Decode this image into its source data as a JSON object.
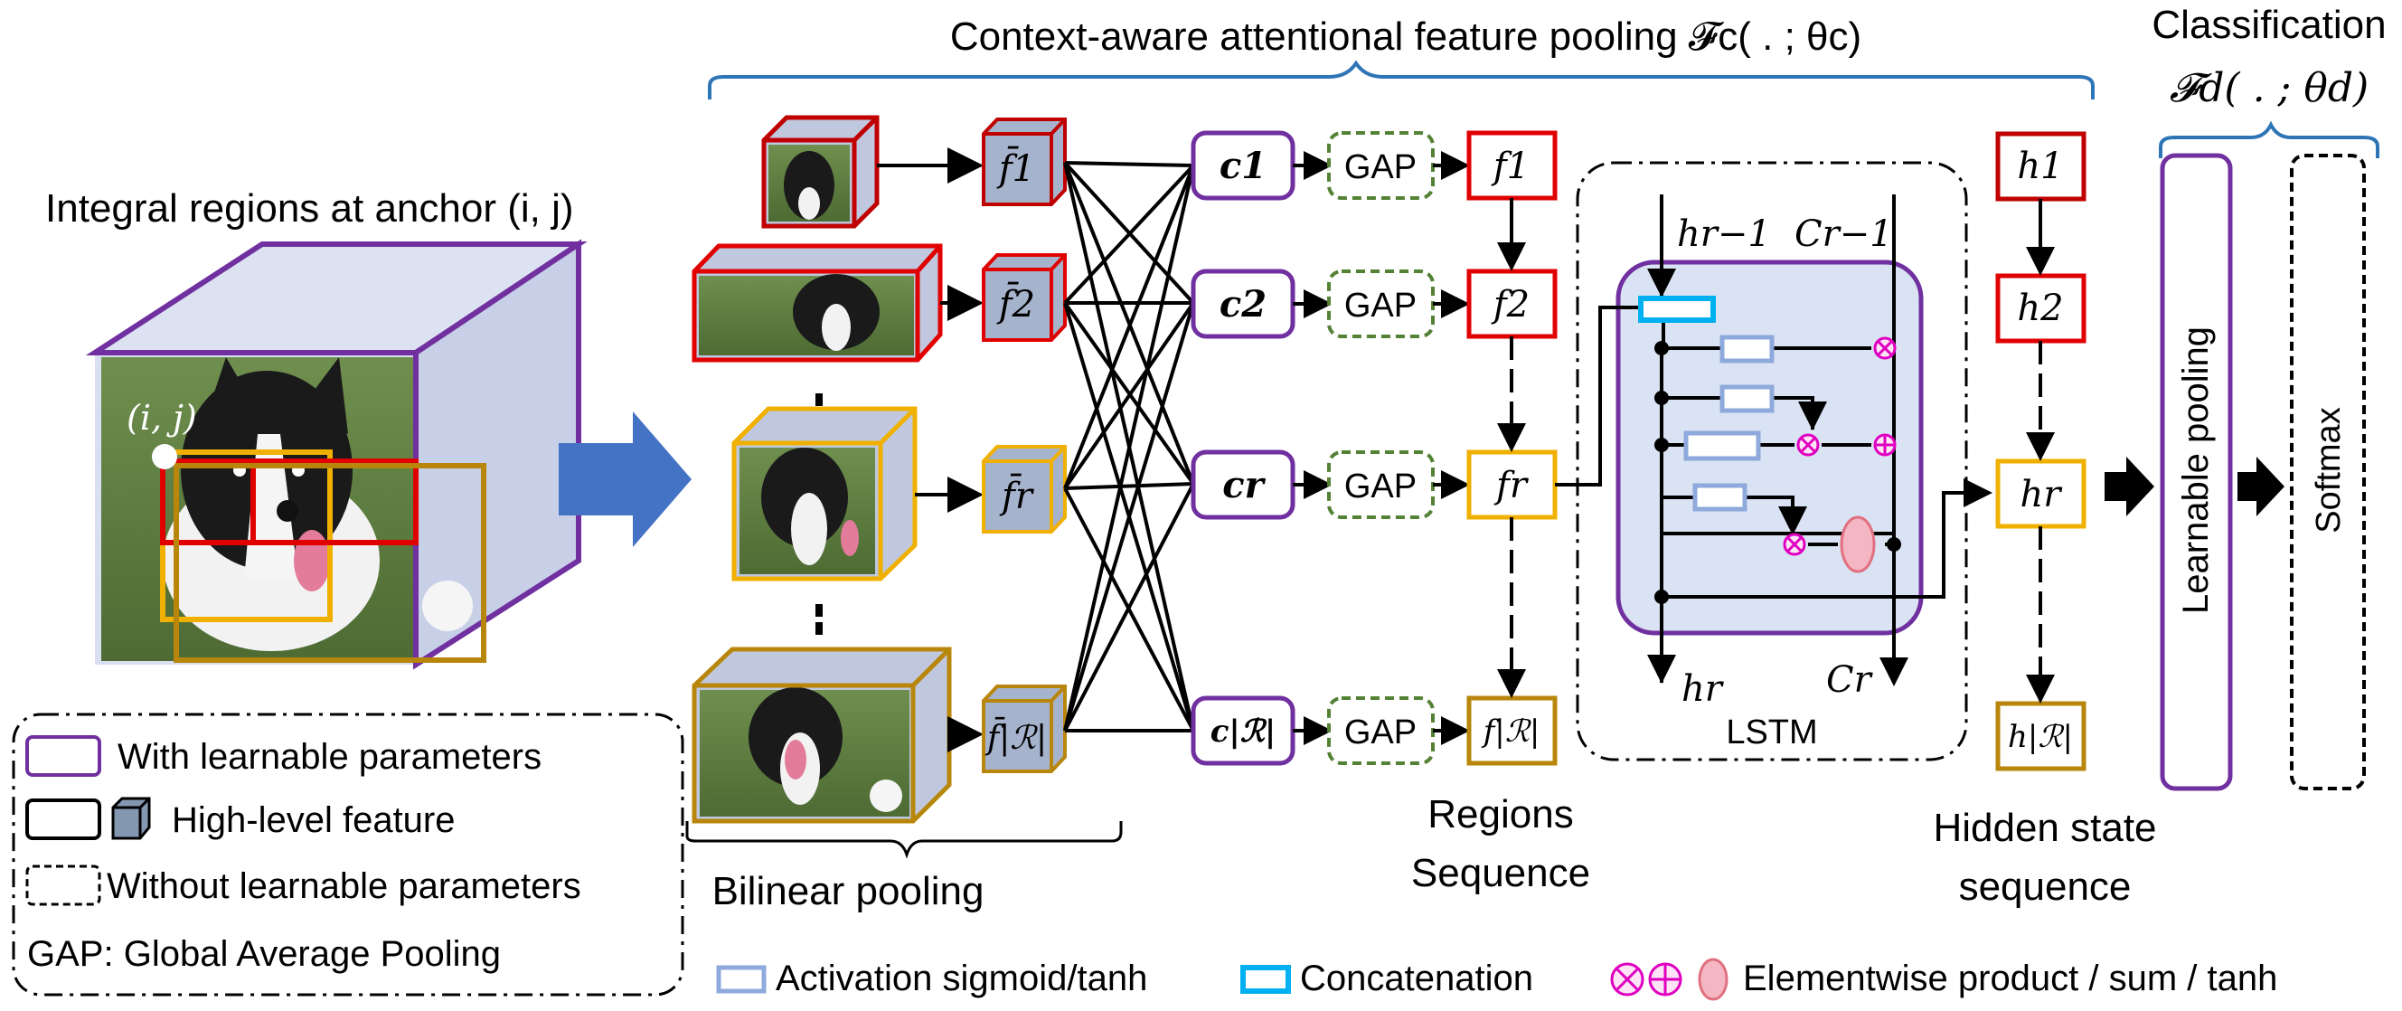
{
  "titles": {
    "context_aware": "Context-aware attentional feature pooling 𝓕c( . ; θc)",
    "classification_line1": "Classification",
    "classification_line2": "𝓕d( . ; θd)"
  },
  "left_panel": {
    "integral_regions": "Integral regions at anchor (i, j)",
    "anchor_label": "(i, j)"
  },
  "legend": {
    "learnable": "With learnable parameters",
    "high_level": "High-level feature",
    "non_learnable": "Without learnable parameters",
    "gap": "GAP: Global Average Pooling"
  },
  "bottom_legend": {
    "activation": "Activation sigmoid/tanh",
    "concatenation": "Concatenation",
    "elementwise": "Elementwise product / sum / tanh"
  },
  "bilinear": {
    "label": "Bilinear pooling",
    "features": [
      "f̄1",
      "f̄2",
      "f̄r",
      "f̄|ℛ|"
    ]
  },
  "context": {
    "c_labels": [
      "c1",
      "c2",
      "cr",
      "c|ℛ|"
    ],
    "gap_label": "GAP",
    "f_labels": [
      "f1",
      "f2",
      "fr",
      "f|ℛ|"
    ]
  },
  "regions_sequence": {
    "line1": "Regions",
    "line2": "Sequence"
  },
  "lstm": {
    "title": "LSTM",
    "h_prev": "hr−1",
    "c_prev": "Cr−1",
    "h_out": "hr",
    "c_out": "Cr"
  },
  "hidden": {
    "labels": [
      "h1",
      "h2",
      "hr",
      "h|ℛ|"
    ],
    "caption_line1": "Hidden state",
    "caption_line2": "sequence"
  },
  "classifier": {
    "pooling": "Learnable pooling",
    "softmax": "Softmax"
  },
  "colors": {
    "purple": "#7030a0",
    "red": "#e00000",
    "yellow": "#f0b000",
    "gold": "#b8860b",
    "green": "#548235",
    "blue": "#2e75b6",
    "cyan": "#00b0f0",
    "magenta": "#e000c0"
  }
}
